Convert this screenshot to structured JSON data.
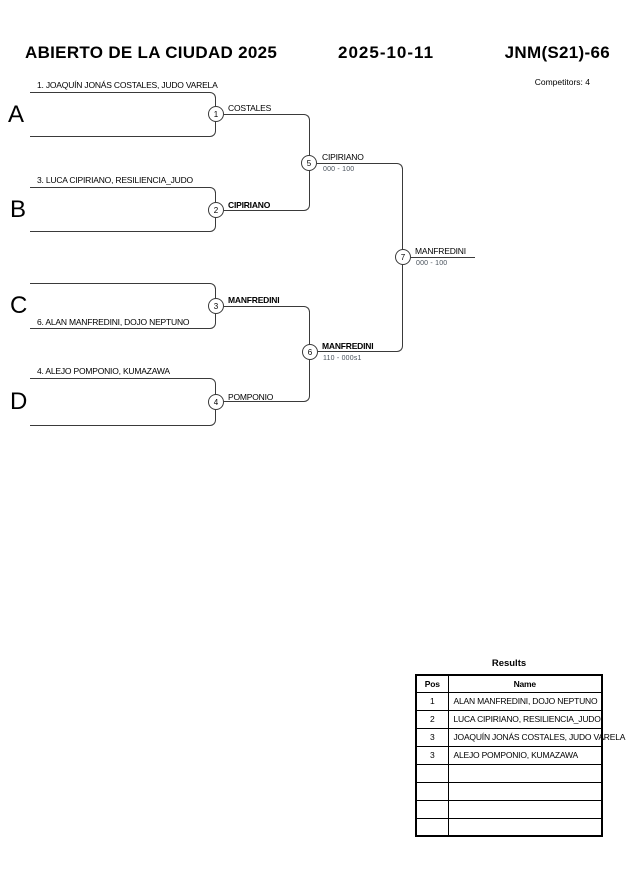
{
  "header": {
    "event": "ABIERTO DE LA CIUDAD 2025",
    "date": "2025-10-11",
    "category": "JNM(S21)-66",
    "competitors": "Competitors: 4"
  },
  "bracket": {
    "sections": [
      {
        "letter": "A",
        "node": "1",
        "player": "1. JOAQUÍN JONÁS COSTALES, JUDO VARELA",
        "winner": "COSTALES"
      },
      {
        "letter": "B",
        "node": "2",
        "player": "3. LUCA CIPIRIANO, RESILIENCIA_JUDO",
        "winner": "CIPIRIANO"
      },
      {
        "letter": "C",
        "node": "3",
        "player": "6. ALAN MANFREDINI, DOJO NEPTUNO",
        "winner": "MANFREDINI"
      },
      {
        "letter": "D",
        "node": "4",
        "player": "4. ALEJO POMPONIO, KUMAZAWA",
        "winner": "POMPONIO"
      }
    ],
    "semifinals": [
      {
        "node": "5",
        "winner": "CIPIRIANO",
        "score": "000 - 100"
      },
      {
        "node": "6",
        "winner": "MANFREDINI",
        "score": "110 - 000s1"
      }
    ],
    "final": {
      "node": "7",
      "winner": "MANFREDINI",
      "score": "000 - 100"
    }
  },
  "results": {
    "title": "Results",
    "columns": [
      "Pos",
      "Name"
    ],
    "rows": [
      {
        "pos": "1",
        "name": "ALAN MANFREDINI, DOJO NEPTUNO"
      },
      {
        "pos": "2",
        "name": "LUCA CIPIRIANO, RESILIENCIA_JUDO"
      },
      {
        "pos": "3",
        "name": "JOAQUÍN JONÁS COSTALES, JUDO VARELA"
      },
      {
        "pos": "3",
        "name": "ALEJO POMPONIO, KUMAZAWA"
      },
      {
        "pos": "",
        "name": ""
      },
      {
        "pos": "",
        "name": ""
      },
      {
        "pos": "",
        "name": ""
      },
      {
        "pos": "",
        "name": ""
      }
    ]
  },
  "colors": {
    "line": "#3a3a3a",
    "score_text": "#49525c",
    "background": "#ffffff"
  }
}
